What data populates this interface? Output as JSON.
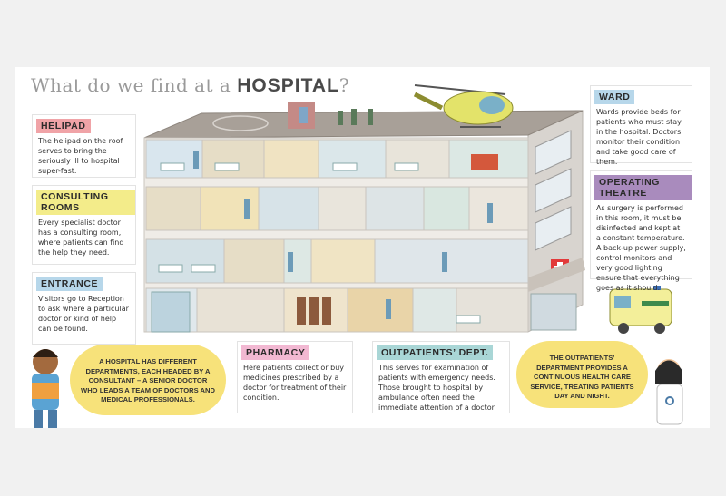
{
  "title": {
    "prefix": "What do we find at a ",
    "emphasis": "HOSPITAL",
    "suffix": "?"
  },
  "labels": [
    {
      "id": "helipad",
      "heading": "HELIPAD",
      "text": "The helipad on the roof serves to bring the seriously ill to hospital super-fast.",
      "color": "#f0a3a7"
    },
    {
      "id": "consulting",
      "heading": "CONSULTING ROOMS",
      "text": "Every specialist doctor has a consulting room, where patients can find the help they need.",
      "color": "#f3ec8a"
    },
    {
      "id": "entrance",
      "heading": "ENTRANCE",
      "text": "Visitors go to Reception to ask where a particular doctor or kind of help can be found.",
      "color": "#b7d7ea"
    },
    {
      "id": "pharmacy",
      "heading": "PHARMACY",
      "text": "Here patients collect or buy medicines prescribed by a doctor for treatment of their condition.",
      "color": "#f2b8d2"
    },
    {
      "id": "outpatients",
      "heading": "OUTPATIENTS’ DEPT.",
      "text": "This serves for examination of patients with emergency needs. Those brought to hospital by ambulance often need the immediate attention of a doctor.",
      "color": "#a9d6d6"
    },
    {
      "id": "ward",
      "heading": "WARD",
      "text": "Wards provide beds for patients who must stay in the hospital. Doctors monitor their condition and take good care of them.",
      "color": "#b7d7ea"
    },
    {
      "id": "theatre",
      "heading": "OPERATING THEATRE",
      "text": "As surgery is performed in this room, it must be disinfected and kept at a constant temperature. A back-up power supply, control monitors and very good lighting ensure that everything goes as it should.",
      "color": "#a98bbd"
    }
  ],
  "bubbles": {
    "left": "A HOSPITAL HAS DIFFERENT DEPARTMENTS, EACH HEADED BY A CONSULTANT – A SENIOR DOCTOR WHO LEADS A TEAM OF DOCTORS AND MEDICAL PROFESSIONALS.",
    "right": "THE OUTPATIENTS’ DEPARTMENT PROVIDES A CONTINUOUS HEALTH CARE SERVICE, TREATING PATIENTS DAY AND NIGHT."
  }
}
